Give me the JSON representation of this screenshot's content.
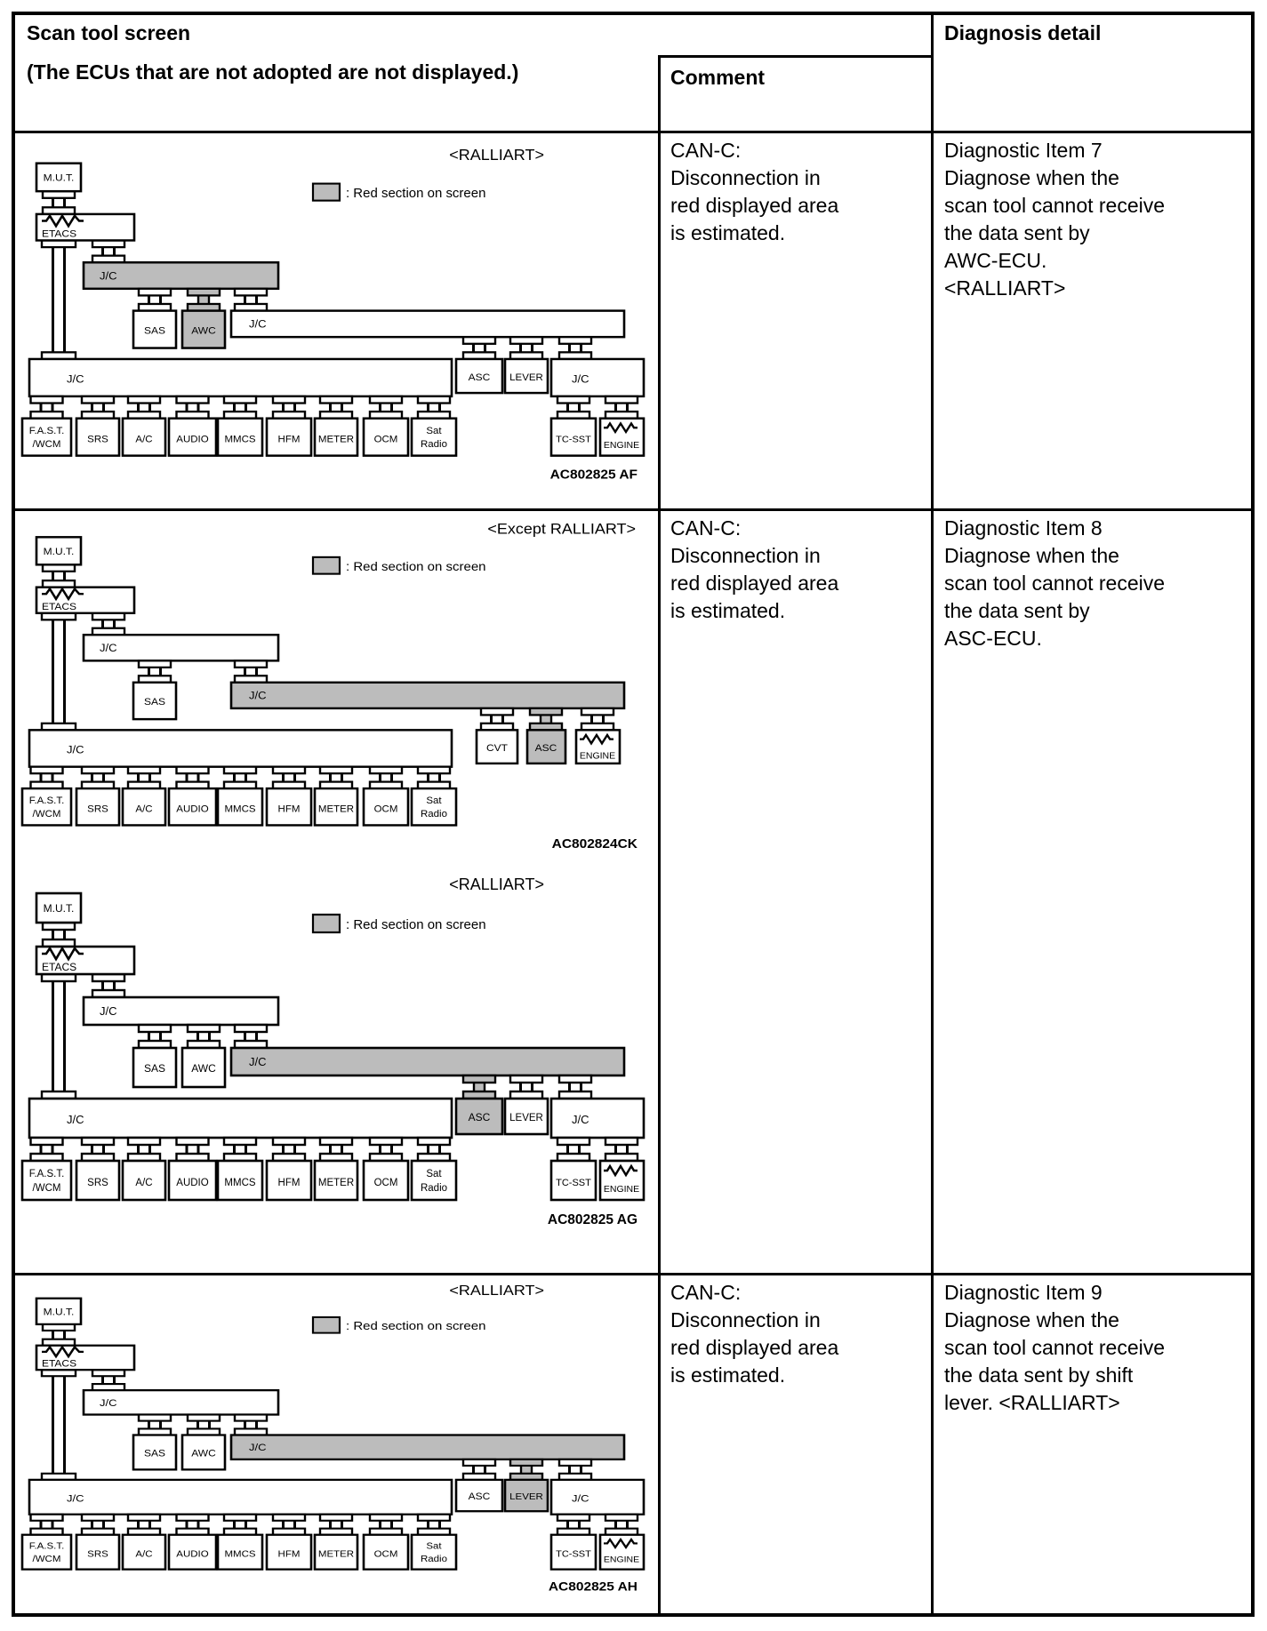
{
  "header": {
    "scan_tool_title": "Scan tool screen",
    "scan_tool_note": "(The ECUs that are not adopted are not displayed.)",
    "comment_title": "Comment",
    "diagnosis_title": "Diagnosis detail"
  },
  "colors": {
    "highlight_gray": "#bcbcbc",
    "line_black": "#000000"
  },
  "legend_label": ": Red section on screen",
  "box_labels": {
    "mut": "M.U.T.",
    "etacs": "ETACS",
    "jc": "J/C",
    "sas": "SAS",
    "awc": "AWC",
    "asc": "ASC",
    "lever": "LEVER",
    "cvt": "CVT",
    "tcsst": "TC-SST",
    "engine": "ENGINE",
    "ecus": [
      [
        "F.A.S.T.",
        "/WCM"
      ],
      [
        "SRS"
      ],
      [
        "A/C"
      ],
      [
        "AUDIO"
      ],
      [
        "MMCS"
      ],
      [
        "HFM"
      ],
      [
        "METER"
      ],
      [
        "OCM"
      ],
      [
        "Sat",
        "Radio"
      ]
    ]
  },
  "rows": [
    {
      "comment": "CAN-C:\nDisconnection in\nred displayed area\nis estimated.",
      "diagnosis": "Diagnostic Item 7\nDiagnose when the\nscan tool cannot receive\nthe data sent by\nAWC-ECU.\n<RALLIART>",
      "diagrams": [
        {
          "tag": "<RALLIART>",
          "code": "AC802825 AF",
          "layout": "ralliart",
          "awc": true,
          "gray": {
            "upper_jc": true,
            "awc": true,
            "bus": false,
            "asc": false,
            "lever": false
          }
        }
      ]
    },
    {
      "comment": "CAN-C:\nDisconnection in\nred displayed area\nis estimated.",
      "diagnosis": "Diagnostic Item 8\nDiagnose when the\nscan tool cannot receive\nthe data sent by\nASC-ECU.",
      "diagrams": [
        {
          "tag": "<Except RALLIART>",
          "code": "AC802824CK",
          "layout": "except",
          "awc": false,
          "gray": {
            "upper_jc": false,
            "awc": false,
            "bus": true,
            "asc": true,
            "lever": false
          }
        },
        {
          "tag": "<RALLIART>",
          "code": "AC802825 AG",
          "layout": "ralliart",
          "awc": true,
          "gray": {
            "upper_jc": false,
            "awc": false,
            "bus": true,
            "asc": true,
            "lever": false
          }
        }
      ]
    },
    {
      "comment": "CAN-C:\nDisconnection in\nred displayed area\nis estimated.",
      "diagnosis": "Diagnostic Item 9\nDiagnose when the\nscan tool cannot receive\nthe data sent by shift\nlever. <RALLIART>",
      "diagrams": [
        {
          "tag": "<RALLIART>",
          "code": "AC802825 AH",
          "layout": "ralliart",
          "awc": true,
          "gray": {
            "upper_jc": false,
            "awc": false,
            "bus": true,
            "asc": false,
            "lever": true
          }
        }
      ]
    }
  ]
}
